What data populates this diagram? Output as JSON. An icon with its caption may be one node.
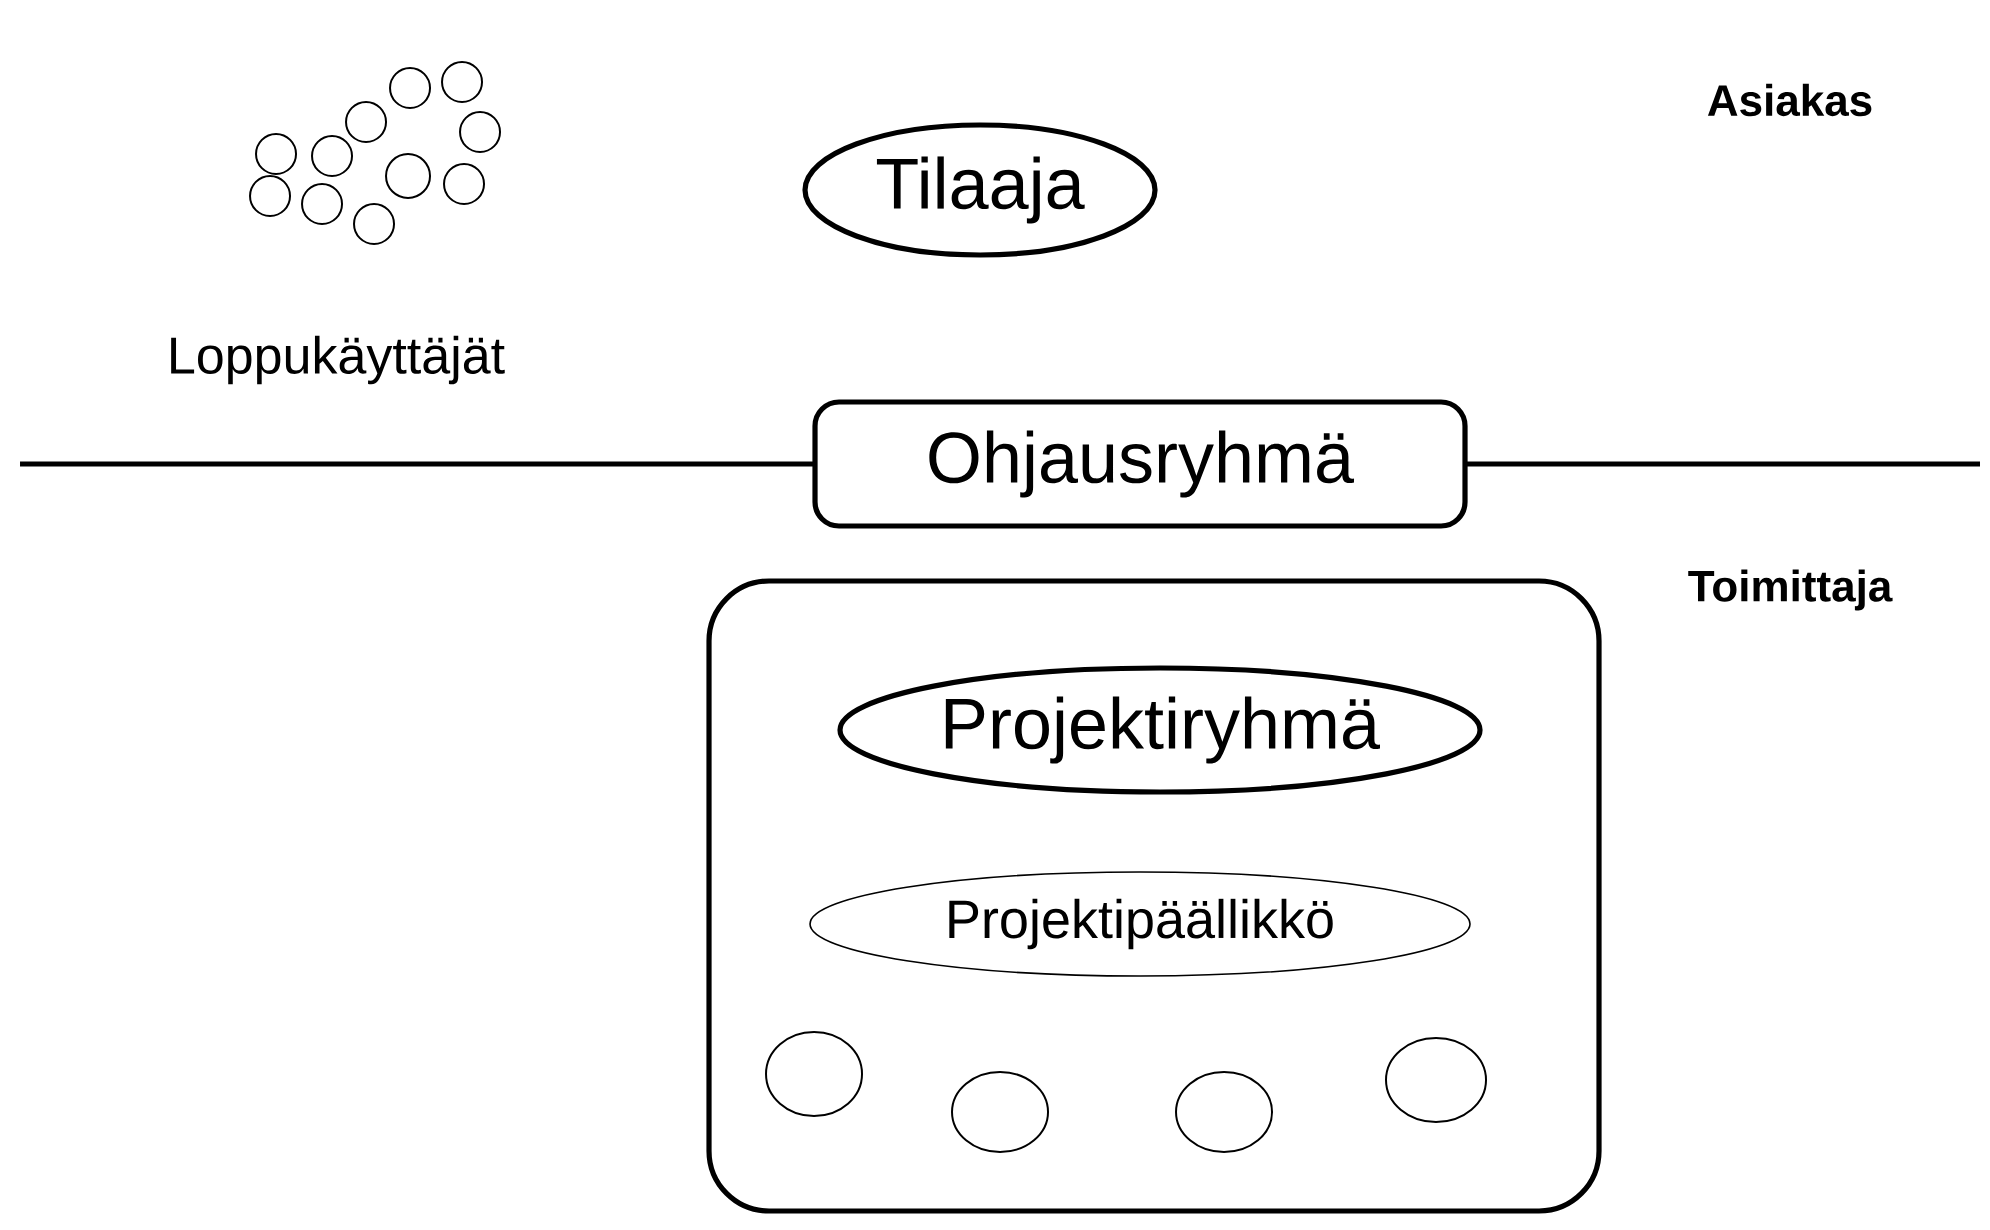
{
  "diagram": {
    "nodes": [
      {
        "text": [
          "Tilaaja"
        ]
      },
      {
        "text": [
          "Ohjausryhmä"
        ]
      },
      {
        "text": [],
        "shape": "box"
      },
      {
        "text": [
          "Projektiryhmä"
        ],
        "in": 2
      },
      {
        "text": [
          "Projektipäällikkö"
        ],
        "in": 2
      },
      {
        "text": [],
        "shape": "circle",
        "in": 2
      },
      {
        "text": [],
        "shape": "circle",
        "in": 2
      },
      {
        "text": [],
        "shape": "circle",
        "in": 2
      },
      {
        "text": [],
        "shape": "circle",
        "in": 2
      }
    ],
    "labels": [
      "Loppukäyttäjät",
      "Asiakas",
      "Toimittaja"
    ]
  }
}
